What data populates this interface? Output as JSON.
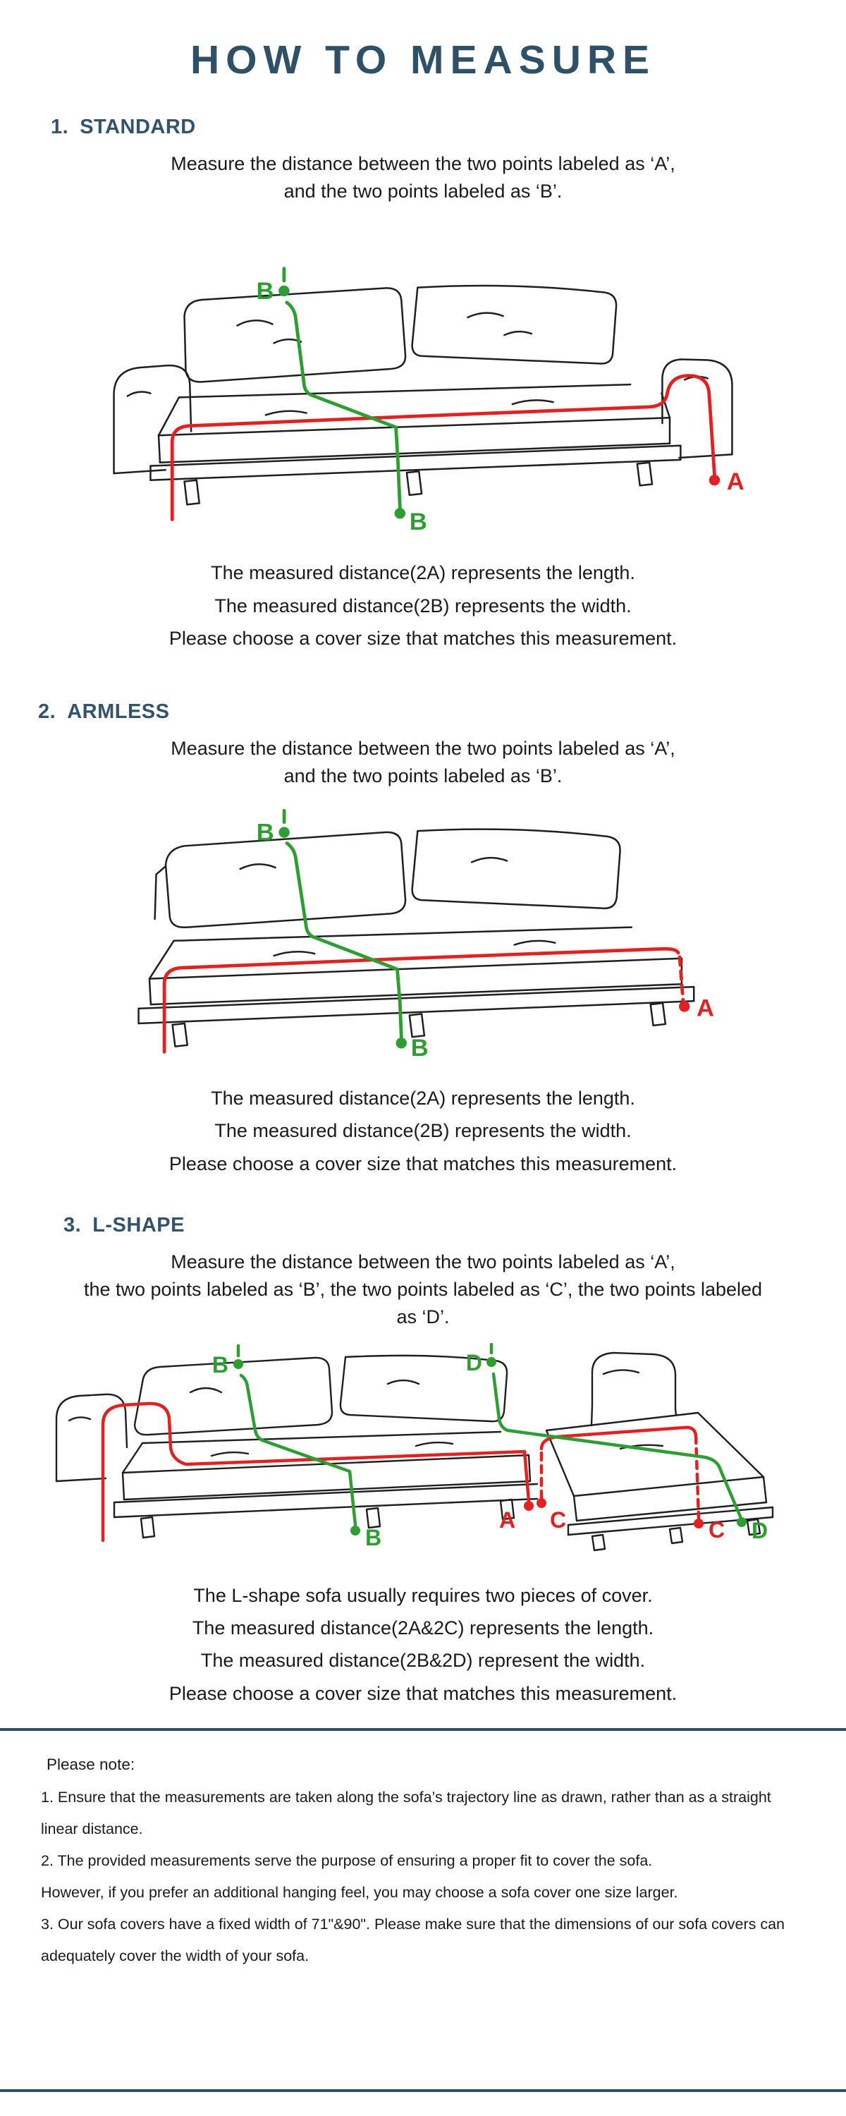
{
  "page": {
    "title": "HOW TO MEASURE"
  },
  "colors": {
    "heading_navy": "#2f5168",
    "measure_red": "#e02222",
    "measure_green": "#2f9e32",
    "body_text": "#1a1a1a"
  },
  "sections": [
    {
      "number": "1.",
      "heading": "STANDARD",
      "intro_lines": [
        "Measure the distance between the two points labeled as ‘A’,",
        "and the two points labeled as ‘B’."
      ],
      "labels": {
        "b_top": "B",
        "a": "A",
        "b_bottom": "B"
      },
      "result_lines": [
        "The measured distance(2A) represents the length.",
        "The measured distance(2B) represents the width.",
        "Please choose a cover size that matches this measurement."
      ]
    },
    {
      "number": "2.",
      "heading": "ARMLESS",
      "intro_lines": [
        "Measure  the distance between the two points labeled as ‘A’,",
        "and the two points labeled as ‘B’."
      ],
      "labels": {
        "b_top": "B",
        "a": "A",
        "b_bottom": "B"
      },
      "result_lines": [
        "The measured distance(2A) represents the length.",
        "The measured distance(2B) represents the width.",
        "Please choose a cover size that matches this measurement."
      ]
    },
    {
      "number": "3.",
      "heading": "L-SHAPE",
      "intro_lines": [
        "Measure  the distance between the two points labeled as ‘A’,",
        "the two points labeled as ‘B’, the two points labeled as ‘C’, the two points labeled",
        "as ‘D’."
      ],
      "labels": {
        "b_top": "B",
        "d_top": "D",
        "a": "A",
        "c_start": "C",
        "b_bottom": "B",
        "c_end": "C",
        "d_end": "D"
      },
      "result_lines": [
        "The L-shape sofa usually requires two pieces of cover.",
        "The measured distance(2A&2C) represents the length.",
        "The measured distance(2B&2D) represent the width.",
        "Please choose a cover size that matches this measurement."
      ]
    }
  ],
  "notes": {
    "heading": "Please note:",
    "lines": [
      "1. Ensure that the measurements are taken along the sofa’s trajectory line as drawn, rather than as a straight",
      "linear distance.",
      "2. The provided measurements serve the purpose of ensuring a proper fit to cover the sofa.",
      "However, if you prefer an additional hanging feel, you may choose a sofa cover one size larger.",
      "3. Our sofa covers have a fixed width of 71\"&90\". Please make sure that the dimensions of our sofa covers can",
      "adequately cover the width of your sofa."
    ]
  }
}
